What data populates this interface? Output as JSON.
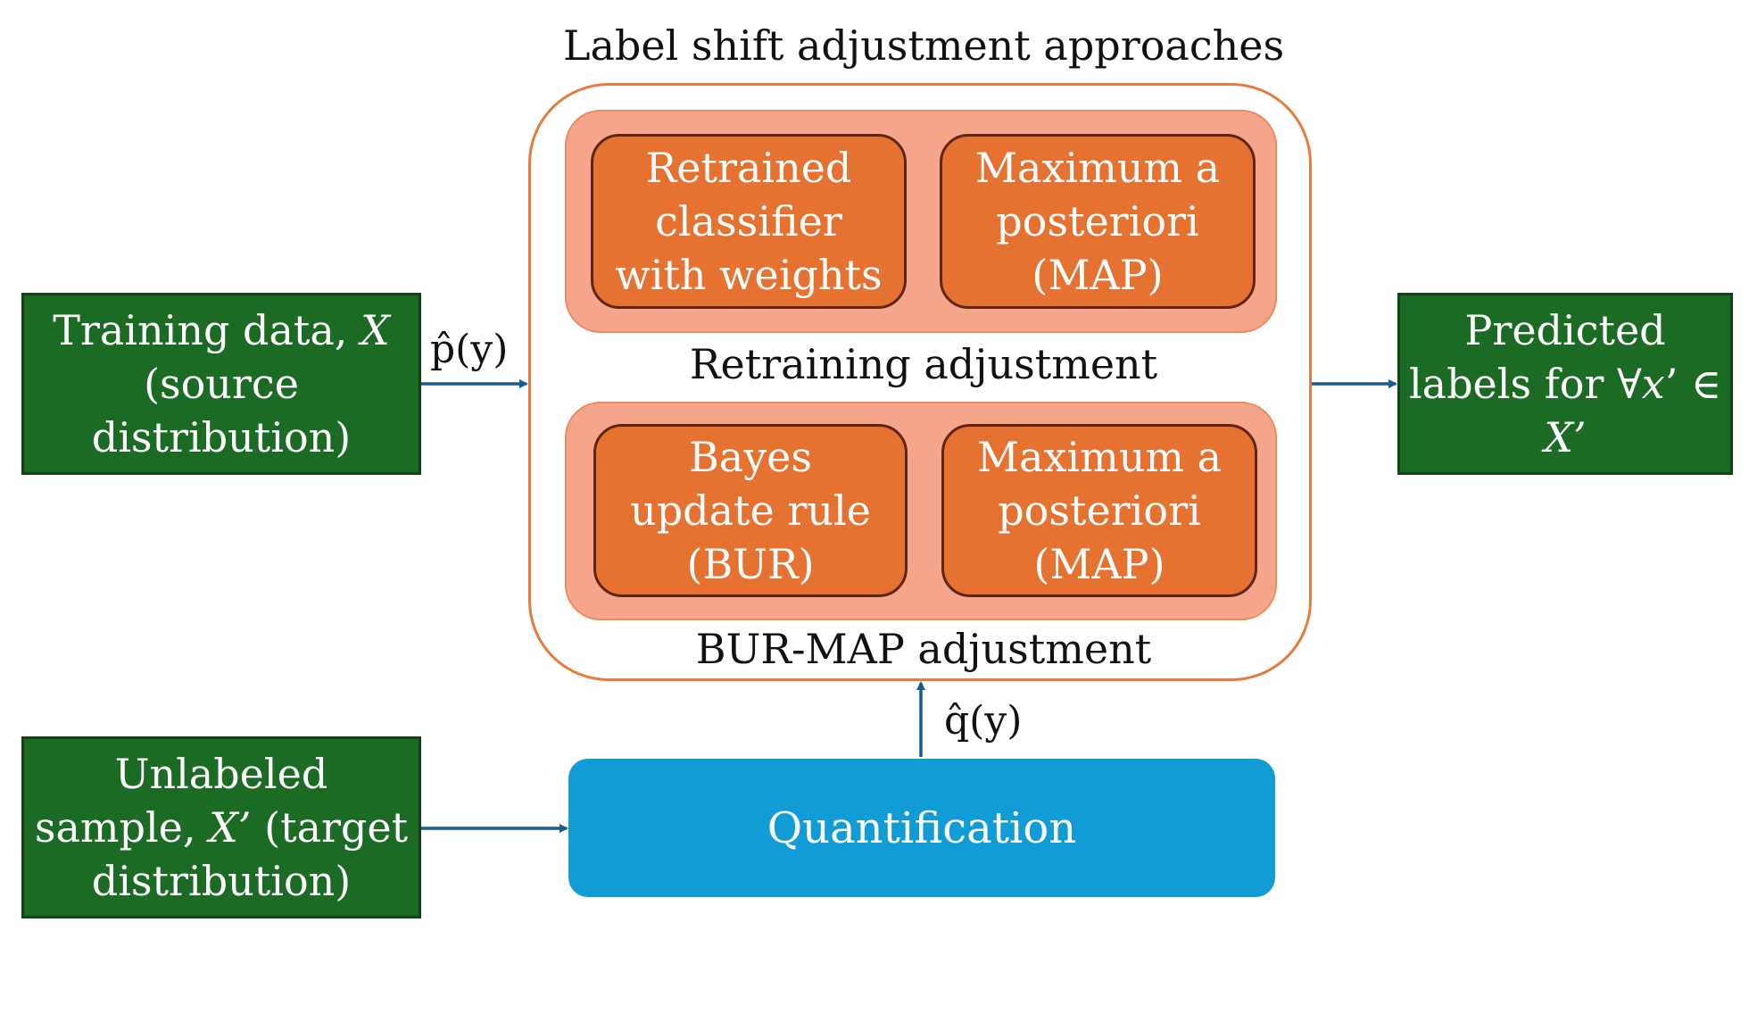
{
  "title": "Label shift adjustment approaches",
  "inputs": {
    "training": {
      "lines": [
        "Training data, ",
        "X",
        "(source",
        "distribution)"
      ]
    },
    "unlabeled": {
      "lines": [
        "Unlabeled",
        "sample, ",
        "X’",
        " (target",
        "distribution)"
      ]
    }
  },
  "output": {
    "lines": [
      "Predicted",
      "labels for ∀",
      "x",
      "’ ∈",
      "X’"
    ]
  },
  "retraining": {
    "heading": "Retraining adjustment",
    "methods": [
      {
        "lines": [
          "Retrained",
          "classifier",
          "with weights"
        ]
      },
      {
        "lines": [
          "Maximum a",
          "posteriori",
          "(MAP)"
        ]
      }
    ]
  },
  "burmap": {
    "heading": "BUR-MAP adjustment",
    "methods": [
      {
        "lines": [
          "Bayes",
          "update rule",
          "(BUR)"
        ]
      },
      {
        "lines": [
          "Maximum a",
          "posteriori",
          "(MAP)"
        ]
      }
    ]
  },
  "quantification": "Quantification",
  "edge_labels": {
    "p_hat": "p̂(y)",
    "q_hat": "q̂(y)"
  },
  "colors": {
    "green": "#1c6b24",
    "orange": "#e67232",
    "band": "#f4a58c",
    "outer_border": "#e77a3c",
    "quantification": "#119cd5",
    "arrow": "#1a5c8a"
  }
}
